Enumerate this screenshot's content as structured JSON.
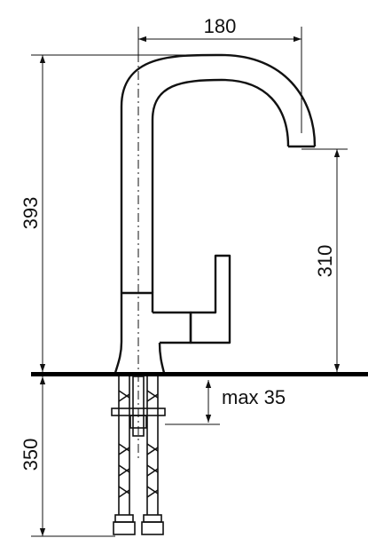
{
  "diagram": {
    "dimensions": {
      "spout_reach": "180",
      "overall_height": "393",
      "spout_clearance": "310",
      "max_counter_thickness": "max 35",
      "hose_length": "350"
    },
    "colors": {
      "line": "#111111",
      "counter": "#000000",
      "background": "#ffffff"
    }
  }
}
